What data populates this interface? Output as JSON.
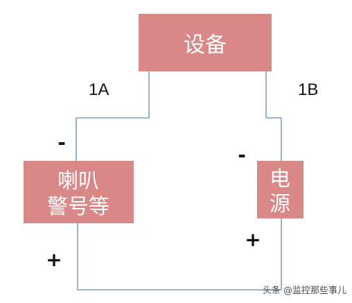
{
  "colors": {
    "box_fill": "#d98787",
    "wire": "#7f9fc0",
    "label_text": "#ffffff",
    "ink": "#111111"
  },
  "device": {
    "label": "设备"
  },
  "ports": {
    "port_a": "1A",
    "port_b": "1B"
  },
  "speaker": {
    "label_line1": "喇叭",
    "label_line2": "警号等",
    "minus_sign": "-",
    "plus_sign": "+"
  },
  "power_supply": {
    "label_line1": "电",
    "label_line2": "源",
    "minus_sign": "-",
    "plus_sign": "+"
  },
  "watermark": {
    "text": "头条 @监控那些事儿"
  }
}
